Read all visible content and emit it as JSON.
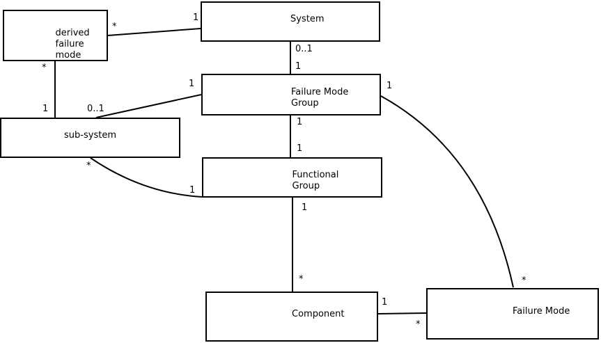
{
  "diagram": {
    "kind": "uml-class-diagram",
    "colors": {
      "line": "#000000",
      "text": "#000000",
      "background": "#ffffff"
    },
    "nodes": [
      {
        "id": "derived-failure-mode",
        "label": "derived\nfailure\nmode"
      },
      {
        "id": "system",
        "label": "System"
      },
      {
        "id": "failure-mode-group",
        "label": "Failure Mode\nGroup"
      },
      {
        "id": "sub-system",
        "label": "sub-system"
      },
      {
        "id": "functional-group",
        "label": "Functional\nGroup"
      },
      {
        "id": "component",
        "label": "Component"
      },
      {
        "id": "failure-mode",
        "label": "Failure Mode"
      }
    ],
    "edges": [
      {
        "id": "system-to-derived-failure-mode",
        "from": "system",
        "to": "derived-failure-mode",
        "from_label": "1",
        "to_label": "*"
      },
      {
        "id": "derived-failure-mode-to-sub-system",
        "from": "derived-failure-mode",
        "to": "sub-system",
        "from_label": "*",
        "to_label": "1"
      },
      {
        "id": "system-to-failure-mode-group",
        "from": "system",
        "to": "failure-mode-group",
        "from_label": "0..1",
        "to_label": "1"
      },
      {
        "id": "failure-mode-group-to-sub-system",
        "from": "failure-mode-group",
        "to": "sub-system",
        "from_label": "1",
        "to_label": "0..1"
      },
      {
        "id": "failure-mode-group-to-functional-group",
        "from": "failure-mode-group",
        "to": "functional-group",
        "from_label": "1",
        "to_label": "1"
      },
      {
        "id": "sub-system-to-functional-group",
        "from": "sub-system",
        "to": "functional-group",
        "from_label": "*",
        "to_label": "1"
      },
      {
        "id": "functional-group-to-component",
        "from": "functional-group",
        "to": "component",
        "from_label": "1",
        "to_label": "*"
      },
      {
        "id": "failure-mode-group-to-failure-mode",
        "from": "failure-mode-group",
        "to": "failure-mode",
        "from_label": "1",
        "to_label": "*"
      },
      {
        "id": "component-to-failure-mode",
        "from": "component",
        "to": "failure-mode",
        "from_label": "1",
        "to_label": "*"
      }
    ]
  }
}
